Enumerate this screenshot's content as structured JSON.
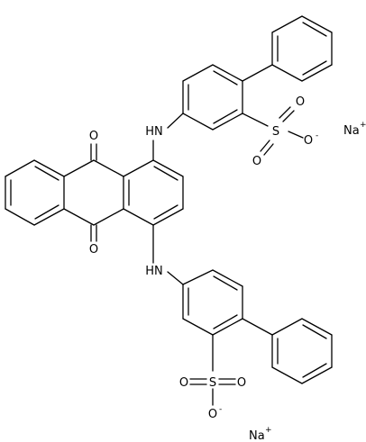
{
  "labels": {
    "oxygen": "O",
    "sulfur": "S",
    "amine": "HN",
    "sodium": "Na",
    "plus": "+",
    "minus": "-"
  },
  "colors": {
    "ink": "#000000",
    "background": "#ffffff"
  }
}
